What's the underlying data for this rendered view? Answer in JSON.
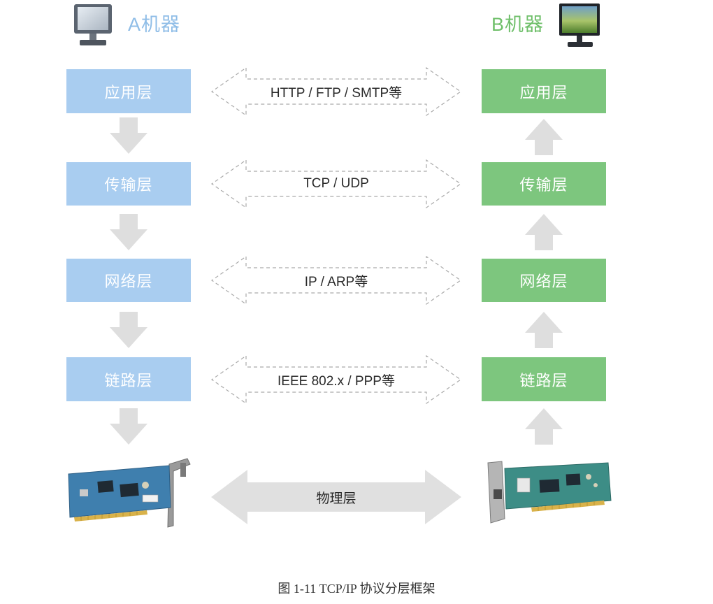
{
  "machine_a": {
    "title": "A机器",
    "title_color": "#8fbde7",
    "icon": "computer-monitor-icon",
    "layers": [
      "应用层",
      "传输层",
      "网络层",
      "链路层"
    ],
    "box_color": "#a9cdf0",
    "flow_direction": "down"
  },
  "machine_b": {
    "title": "B机器",
    "title_color": "#6fbf6a",
    "icon": "lcd-monitor-icon",
    "layers": [
      "应用层",
      "传输层",
      "网络层",
      "链路层"
    ],
    "box_color": "#7dc67e",
    "flow_direction": "up"
  },
  "protocols": [
    "HTTP / FTP / SMTP等",
    "TCP / UDP",
    "IP / ARP等",
    "IEEE 802.x / PPP等"
  ],
  "physical": {
    "label": "物理层",
    "left_icon": "network-interface-card-icon",
    "right_icon": "network-interface-card-icon"
  },
  "caption": "图 1-11 TCP/IP 协议分层框架"
}
